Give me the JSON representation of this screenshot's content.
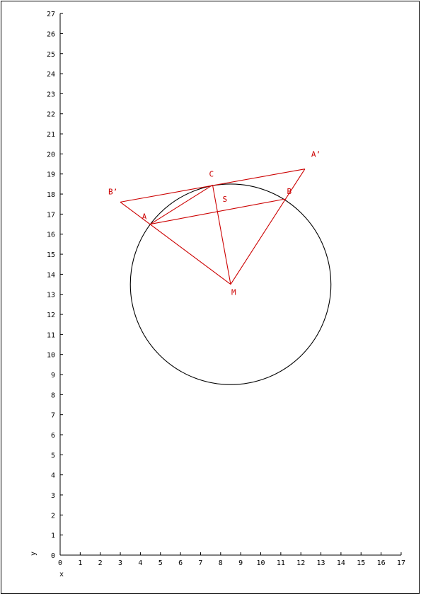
{
  "chart_data": {
    "type": "diagram",
    "x_axis": {
      "label": "x",
      "range": [
        0,
        17
      ],
      "ticks": [
        0,
        1,
        2,
        3,
        4,
        5,
        6,
        7,
        8,
        9,
        10,
        11,
        12,
        13,
        14,
        15,
        16,
        17
      ]
    },
    "y_axis": {
      "label": "y",
      "range": [
        0,
        27
      ],
      "ticks": [
        0,
        1,
        2,
        3,
        4,
        5,
        6,
        7,
        8,
        9,
        10,
        11,
        12,
        13,
        14,
        15,
        16,
        17,
        18,
        19,
        20,
        21,
        22,
        23,
        24,
        25,
        26,
        27
      ]
    },
    "circle": {
      "center": [
        8.5,
        13.5
      ],
      "radius": 5,
      "color": "#000000"
    },
    "points": [
      {
        "name": "A",
        "x": 4.5,
        "y": 16.5
      },
      {
        "name": "B",
        "x": 11.2,
        "y": 17.75
      },
      {
        "name": "C",
        "x": 7.6,
        "y": 18.45
      },
      {
        "name": "M",
        "x": 8.5,
        "y": 13.5
      },
      {
        "name": "S",
        "x": 7.85,
        "y": 17.15
      },
      {
        "name": "A’",
        "x": 12.2,
        "y": 19.25
      },
      {
        "name": "B’",
        "x": 3.0,
        "y": 17.6
      }
    ],
    "segments": [
      [
        "B’",
        "A’"
      ],
      [
        "B’",
        "M"
      ],
      [
        "A’",
        "M"
      ],
      [
        "A",
        "C"
      ],
      [
        "A",
        "B"
      ],
      [
        "C",
        "M"
      ]
    ],
    "line_color": "#cc0000"
  }
}
